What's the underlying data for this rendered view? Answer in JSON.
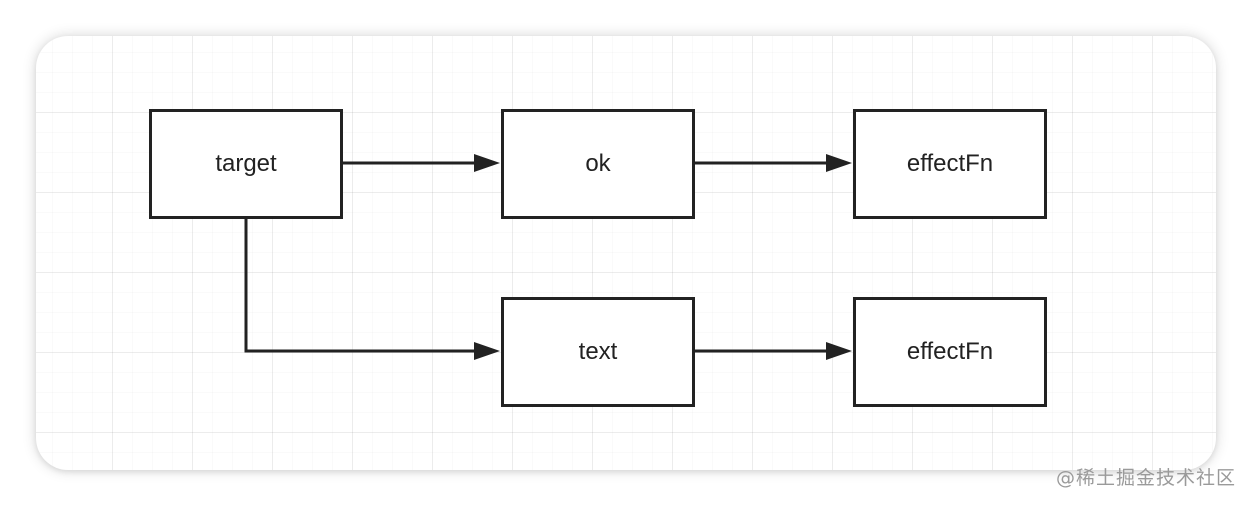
{
  "diagram": {
    "nodes": [
      {
        "id": "target",
        "label": "target"
      },
      {
        "id": "ok",
        "label": "ok"
      },
      {
        "id": "effectfn-1",
        "label": "effectFn"
      },
      {
        "id": "text",
        "label": "text"
      },
      {
        "id": "effectfn-2",
        "label": "effectFn"
      }
    ],
    "edges": [
      {
        "from": "target",
        "to": "ok"
      },
      {
        "from": "ok",
        "to": "effectFn"
      },
      {
        "from": "target",
        "to": "text"
      },
      {
        "from": "text",
        "to": "effectFn"
      }
    ],
    "colors": {
      "stroke": "#222222",
      "grid": "#e6e6e6",
      "background": "#ffffff"
    }
  },
  "watermark": "@稀土掘金技术社区"
}
